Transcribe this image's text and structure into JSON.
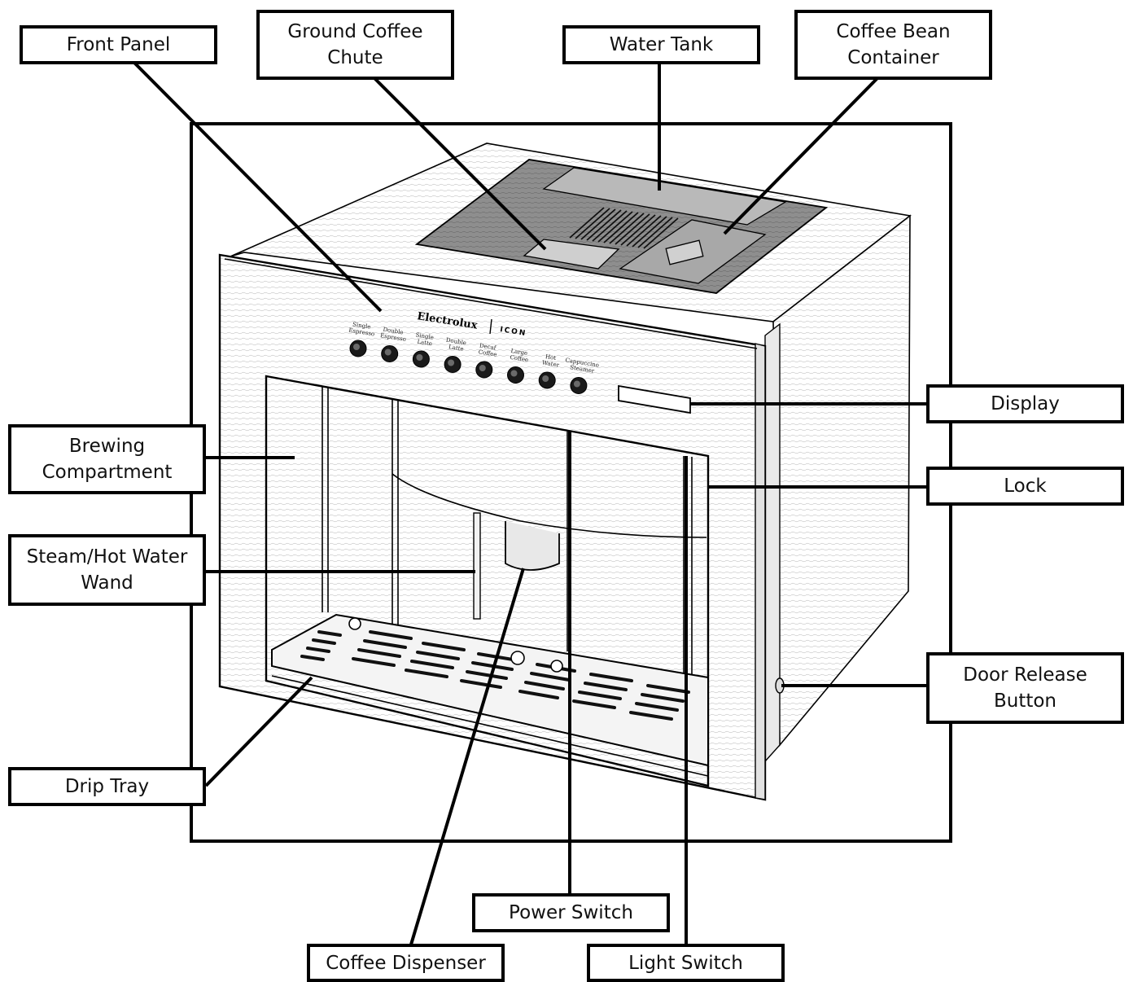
{
  "brand": {
    "logo_text": "Electrolux",
    "model_text": "ICON"
  },
  "control_buttons": [
    "Single Espresso",
    "Double Espresso",
    "Single Latte",
    "Double Latte",
    "Decaf Coffee",
    "Large Coffee",
    "Hot Water",
    "Cappuccino Steamer"
  ],
  "labels": {
    "front_panel": "Front Panel",
    "ground_coffee_chute": "Ground Coffee\nChute",
    "water_tank": "Water Tank",
    "coffee_bean_container": "Coffee Bean\nContainer",
    "display": "Display",
    "brewing_compartment": "Brewing\nCompartment",
    "lock": "Lock",
    "steam_hot_water_wand": "Steam/Hot Water\nWand",
    "door_release_button": "Door Release\nButton",
    "drip_tray": "Drip Tray",
    "power_switch": "Power Switch",
    "coffee_dispenser": "Coffee Dispenser",
    "light_switch": "Light Switch"
  }
}
